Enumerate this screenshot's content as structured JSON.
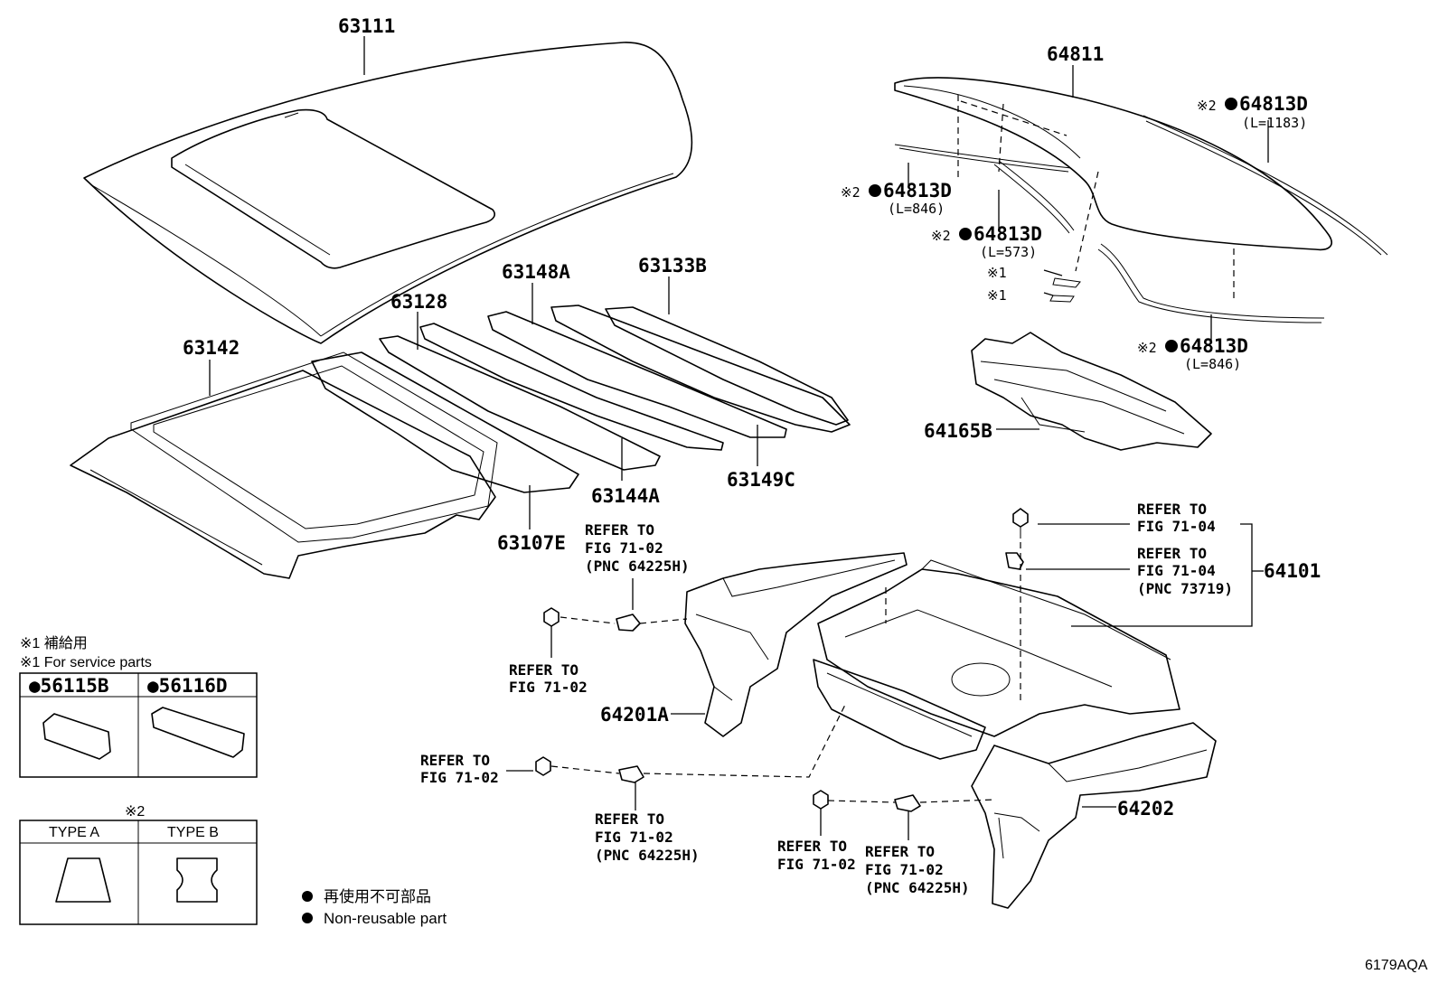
{
  "part_numbers": {
    "roof_panel": "63111",
    "back_door_glass": "64811",
    "sunroof_reinforcement": "63142",
    "roof_bow_63128": "63128",
    "roof_bow_63148A": "63148A",
    "roof_bow_63133B": "63133B",
    "roof_bow_63144A": "63144A",
    "roof_bow_63149C": "63149C",
    "rear_header_63107E": "63107E",
    "package_tray_panel": "64165B",
    "rear_floor_panel": "64101",
    "quarter_inner_left": "64201A",
    "quarter_inner_right": "64202"
  },
  "moldings": [
    {
      "mark": "※2",
      "part": "64813D",
      "length": "(L=1183)"
    },
    {
      "mark": "※2",
      "part": "64813D",
      "length": "(L=846)"
    },
    {
      "mark": "※2",
      "part": "64813D",
      "length": "(L=573)"
    },
    {
      "mark": "※2",
      "part": "64813D",
      "length": "(L=846)"
    }
  ],
  "service_marks": [
    "※1",
    "※1"
  ],
  "refer": {
    "fig_71_04_a": {
      "line1": "REFER TO",
      "line2": "FIG 71-04"
    },
    "fig_71_04_b": {
      "line1": "REFER TO",
      "line2": "FIG 71-04",
      "line3": "(PNC 73719)"
    },
    "fig_71_02_pnc_top": {
      "line1": "REFER TO",
      "line2": "FIG 71-02",
      "line3": "(PNC 64225H)"
    },
    "fig_71_02_left": {
      "line1": "REFER TO",
      "line2": "FIG 71-02"
    },
    "fig_71_02_mid": {
      "line1": "REFER TO",
      "line2": "FIG 71-02"
    },
    "fig_71_02_pnc_mid": {
      "line1": "REFER TO",
      "line2": "FIG 71-02",
      "line3": "(PNC 64225H)"
    },
    "fig_71_02_bottom": {
      "line1": "REFER TO",
      "line2": "FIG 71-02"
    },
    "fig_71_02_pnc_bottom": {
      "line1": "REFER TO",
      "line2": "FIG 71-02",
      "line3": "(PNC 64225H)"
    }
  },
  "legend": {
    "note1_jp": "※1 補給用",
    "note1_en": "※1 For service parts",
    "service_table": [
      "●56115B",
      "●56116D"
    ],
    "type_mark": "※2",
    "type_table": [
      "TYPE A",
      "TYPE B"
    ],
    "nonreuse_jp": "再使用不可部品",
    "nonreuse_en": "Non-reusable part"
  },
  "illustration_code": "6179AQA"
}
